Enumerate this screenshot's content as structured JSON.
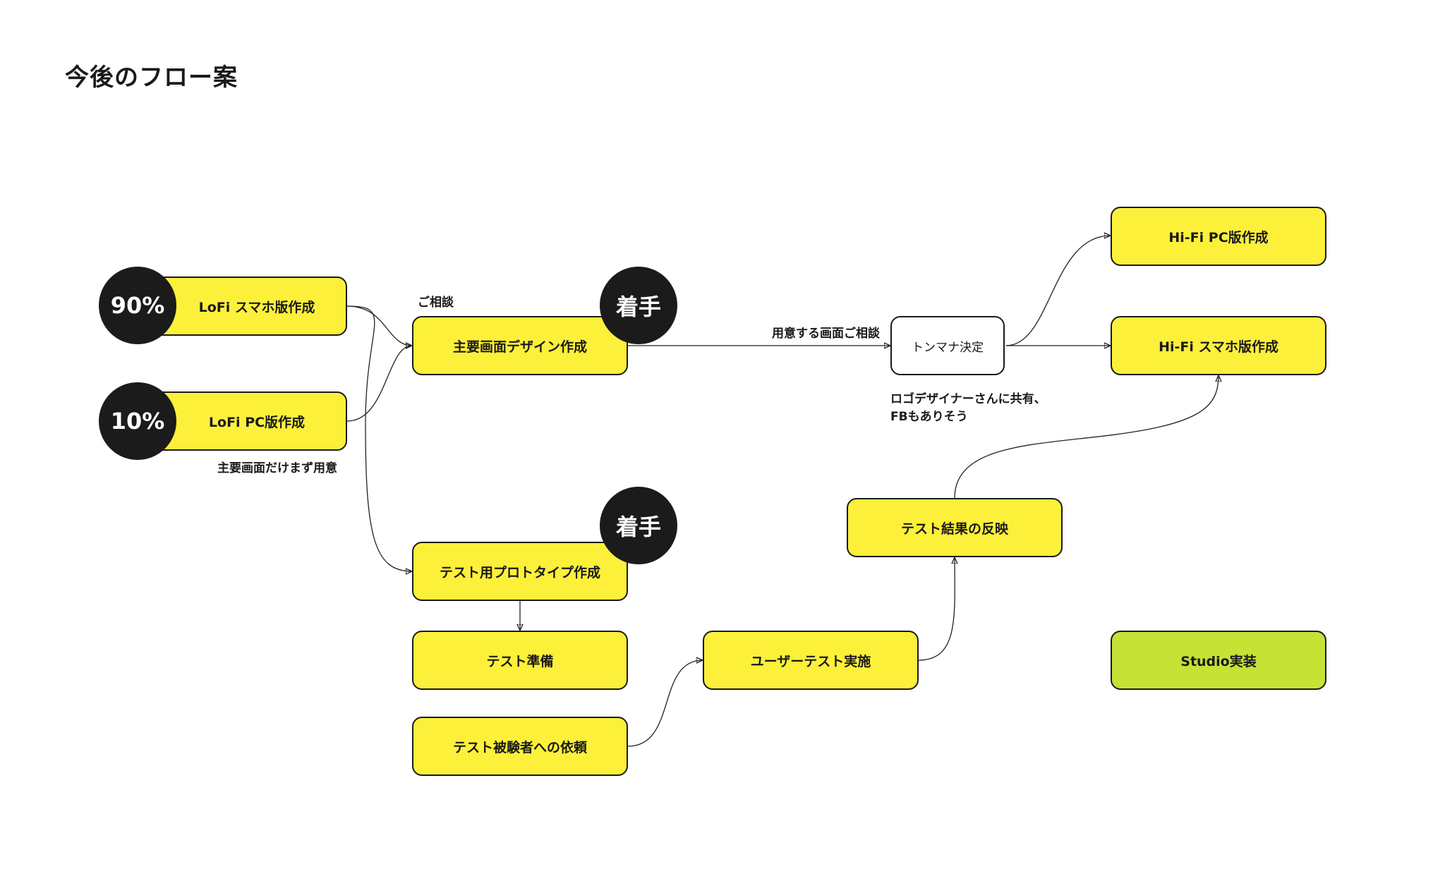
{
  "title": "今後のフロー案",
  "nodes": {
    "lofi_sp": "LoFi スマホ版作成",
    "lofi_pc": "LoFi PC版作成",
    "main_design": "主要画面デザイン作成",
    "prototype": "テスト用プロトタイプ作成",
    "test_prep": "テスト準備",
    "test_request": "テスト被験者への依頼",
    "user_test": "ユーザーテスト実施",
    "test_reflect": "テスト結果の反映",
    "tonmana": "トンマナ決定",
    "hifi_pc": "Hi-Fi PC版作成",
    "hifi_sp": "Hi-Fi スマホ版作成",
    "studio": "Studio実装"
  },
  "badges": {
    "lofi_sp_progress": "90%",
    "lofi_pc_progress": "10%",
    "main_design_status": "着手",
    "prototype_status": "着手"
  },
  "labels": {
    "consult": "ご相談",
    "main_screens_first": "主要画面だけまず用意",
    "prepared_screens_consult": "用意する画面ご相談",
    "logo_designer_share": "ロゴデザイナーさんに共有、\nFBもありそう"
  },
  "colors": {
    "node_fill": "#fdf03a",
    "node_fill_final": "#c6e234",
    "badge_fill": "#1b1b1b",
    "stroke": "#1a1a1a"
  }
}
